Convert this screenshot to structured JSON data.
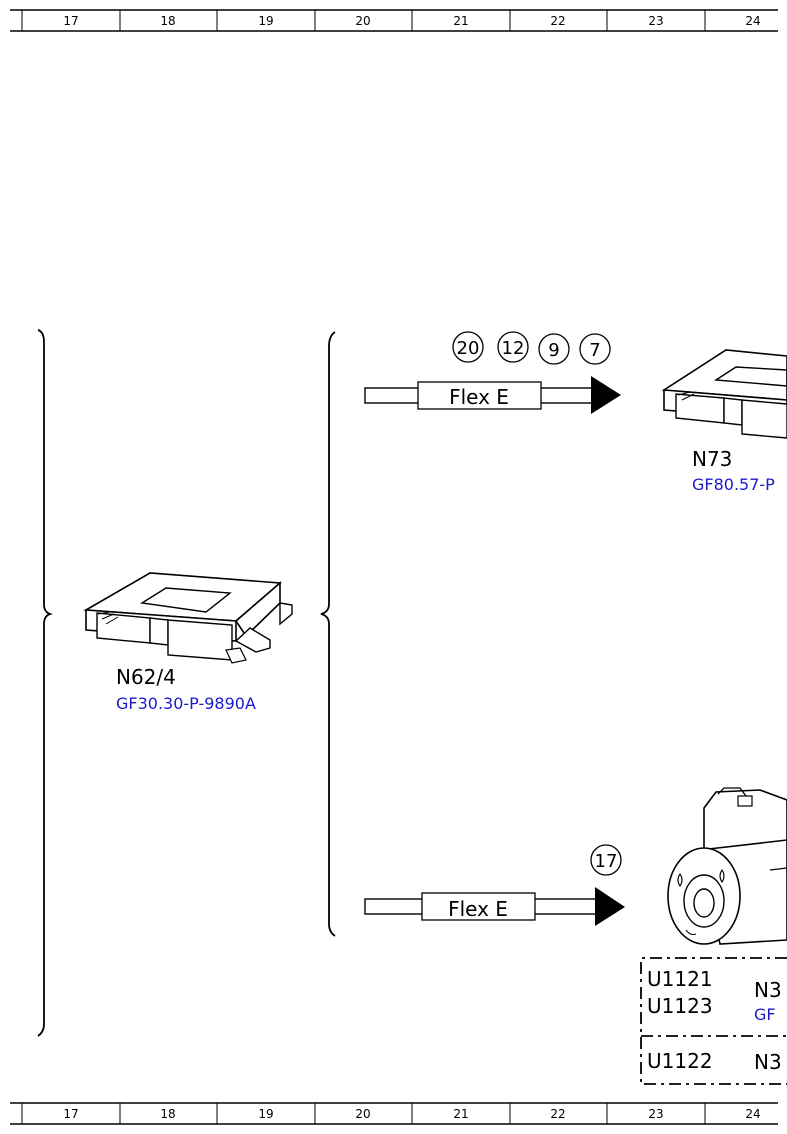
{
  "ruler": {
    "columns": [
      "17",
      "18",
      "19",
      "20",
      "21",
      "22",
      "23",
      "24"
    ]
  },
  "components": {
    "n62_4": {
      "code": "N62/4",
      "ref": "GF30.30-P-9890A"
    },
    "n73": {
      "code": "N73",
      "ref": "GF80.57-P"
    }
  },
  "bus_top": {
    "label": "Flex E",
    "markers": [
      "20",
      "12",
      "9",
      "7"
    ]
  },
  "bus_bottom": {
    "label": "Flex E",
    "markers": [
      "17"
    ]
  },
  "variant_box": {
    "row1": {
      "codes": [
        "U1121",
        "U1123"
      ],
      "component": "N3",
      "ref": "GF"
    },
    "row2": {
      "codes": [
        "U1122"
      ],
      "component": "N3"
    }
  },
  "colors": {
    "reference_link": "#1a1acc",
    "line": "#000000"
  }
}
